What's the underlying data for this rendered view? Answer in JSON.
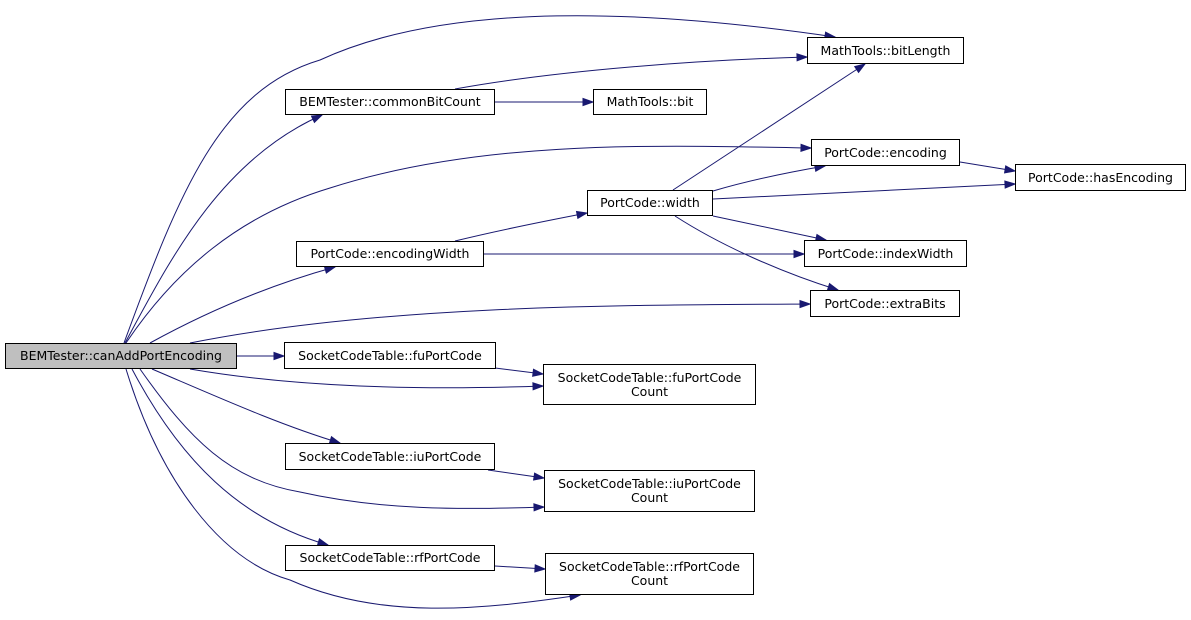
{
  "graph": {
    "edge_color": "#191970",
    "root_fill": "#bfbfbf",
    "node_fill": "#ffffff",
    "nodes": {
      "root": "BEMTester::canAddPortEncoding",
      "bitlength": "MathTools::bitLength",
      "commonbitcount": "BEMTester::commonBitCount",
      "bit": "MathTools::bit",
      "encoding": "PortCode::encoding",
      "hasencoding": "PortCode::hasEncoding",
      "width": "PortCode::width",
      "encodingwidth": "PortCode::encodingWidth",
      "indexwidth": "PortCode::indexWidth",
      "extrabits": "PortCode::extraBits",
      "fuportcode": "SocketCodeTable::fuPortCode",
      "fuportcodecount": [
        "SocketCodeTable::fuPortCode",
        "Count"
      ],
      "iuportcode": "SocketCodeTable::iuPortCode",
      "iuportcodecount": [
        "SocketCodeTable::iuPortCode",
        "Count"
      ],
      "rfportcode": "SocketCodeTable::rfPortCode",
      "rfportcodecount": [
        "SocketCodeTable::rfPortCode",
        "Count"
      ]
    }
  }
}
